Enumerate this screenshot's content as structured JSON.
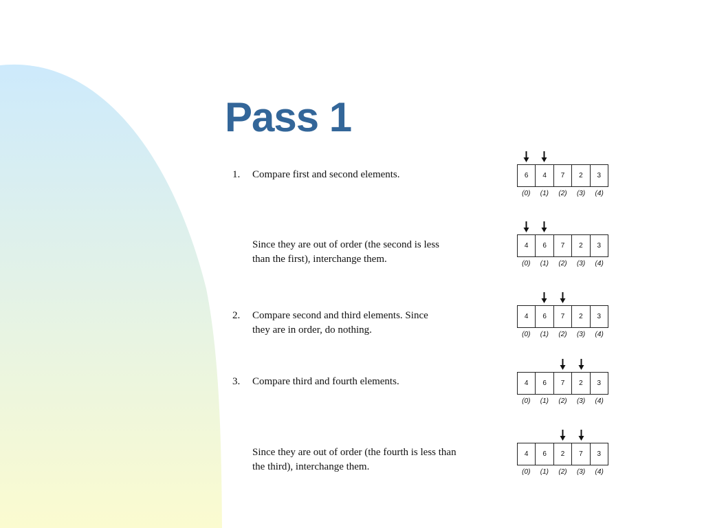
{
  "title": "Pass 1",
  "steps": [
    {
      "num": "1.",
      "text": "Compare first and second elements."
    },
    {
      "num": "",
      "text": "Since they are out of order (the second is less than the first), interchange them."
    },
    {
      "num": "2.",
      "text": "Compare second and third elements. Since they are in order, do nothing."
    },
    {
      "num": "3.",
      "text": "Compare third and fourth elements."
    },
    {
      "num": "",
      "text": "Since they are out of order (the fourth is less than the third), interchange them."
    }
  ],
  "diagrams": [
    {
      "values": [
        "6",
        "4",
        "7",
        "2",
        "3"
      ],
      "arrows": [
        0,
        1
      ]
    },
    {
      "values": [
        "4",
        "6",
        "7",
        "2",
        "3"
      ],
      "arrows": [
        0,
        1
      ]
    },
    {
      "values": [
        "4",
        "6",
        "7",
        "2",
        "3"
      ],
      "arrows": [
        1,
        2
      ]
    },
    {
      "values": [
        "4",
        "6",
        "7",
        "2",
        "3"
      ],
      "arrows": [
        2,
        3
      ]
    },
    {
      "values": [
        "4",
        "6",
        "2",
        "7",
        "3"
      ],
      "arrows": [
        2,
        3
      ]
    }
  ],
  "indices": [
    "(0)",
    "(1)",
    "(2)",
    "(3)",
    "(4)"
  ],
  "colors": {
    "title": "#336699",
    "blob_top": "#cdeafc",
    "blob_bottom": "#fbfbd0"
  }
}
